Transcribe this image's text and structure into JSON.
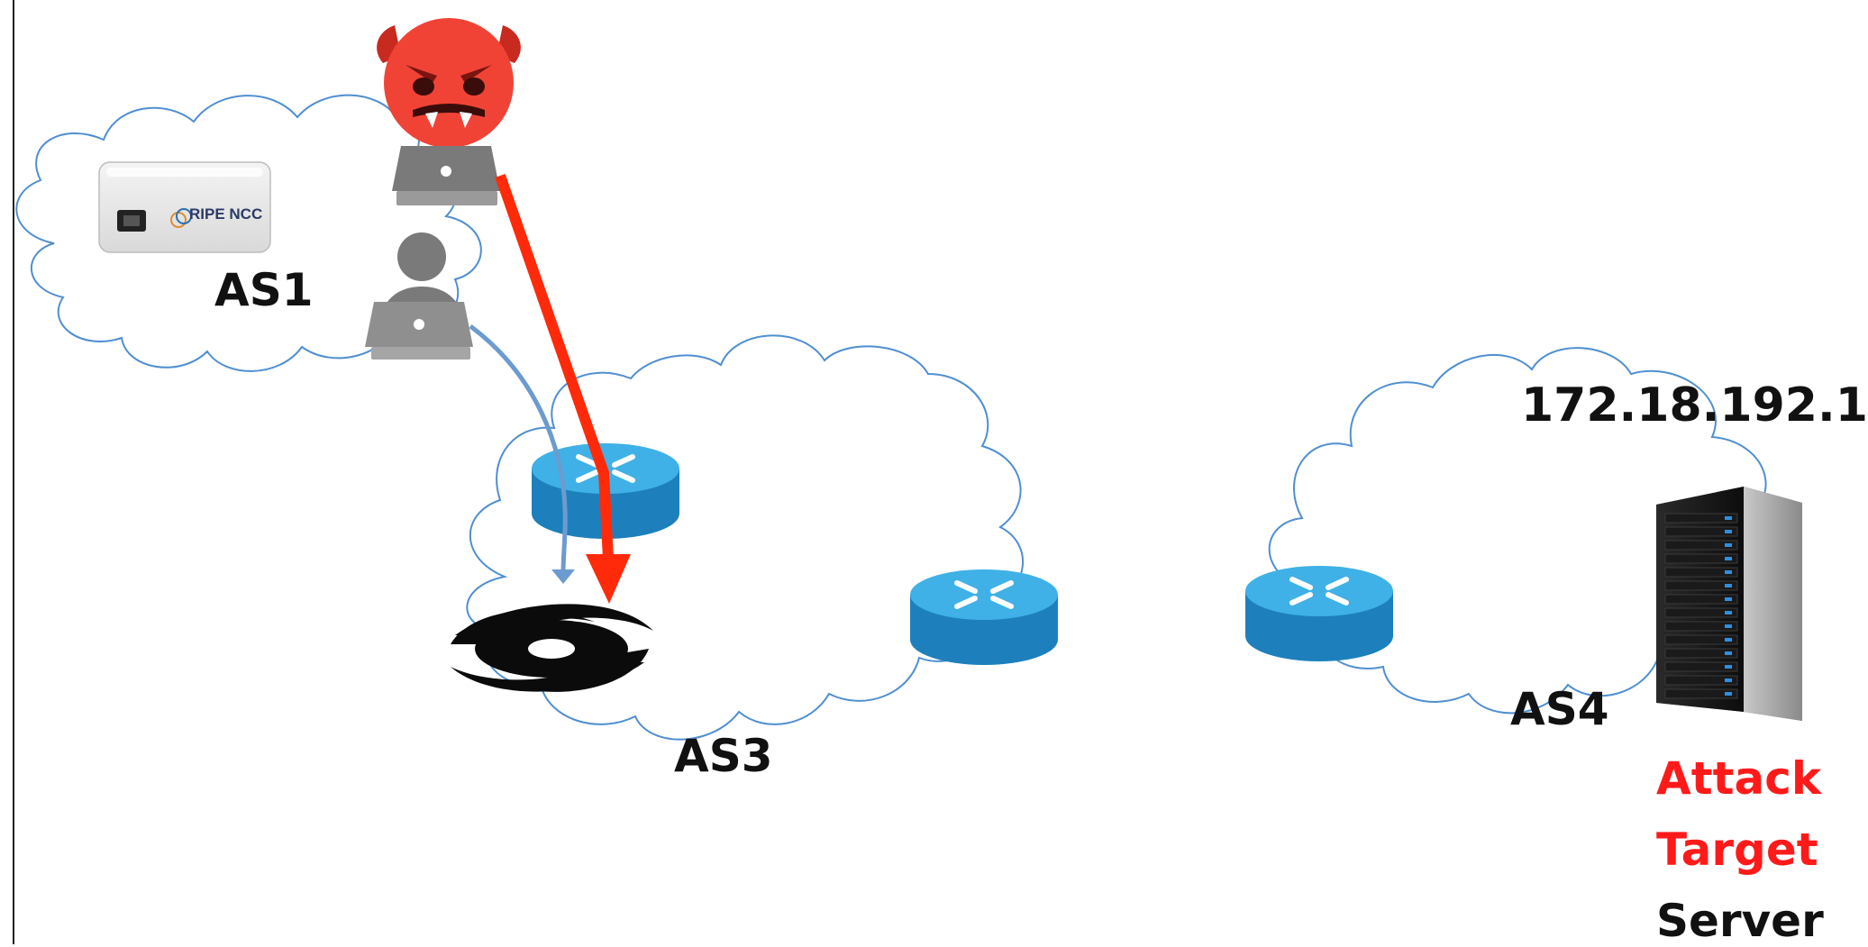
{
  "labels": {
    "as1": "AS1",
    "as3": "AS3",
    "as4": "AS4",
    "ip": "172.18.192.1",
    "attack": "Attack",
    "target": "Target",
    "server": "Server"
  },
  "probe": {
    "brand": "RIPE NCC"
  },
  "colors": {
    "cloud_stroke": "#4f8fd1",
    "router_top": "#3fb1e6",
    "router_side": "#1d80bd",
    "attack_arrow": "#ff2a0a",
    "user_arrow": "#6c9bcf",
    "devil": "#f04336",
    "attack_text": "#ff1a1a"
  },
  "icons": [
    "ripe-atlas-probe",
    "devil-icon",
    "laptop-icon",
    "user-icon",
    "router-icon",
    "black-hole-icon",
    "server-rack-icon"
  ]
}
